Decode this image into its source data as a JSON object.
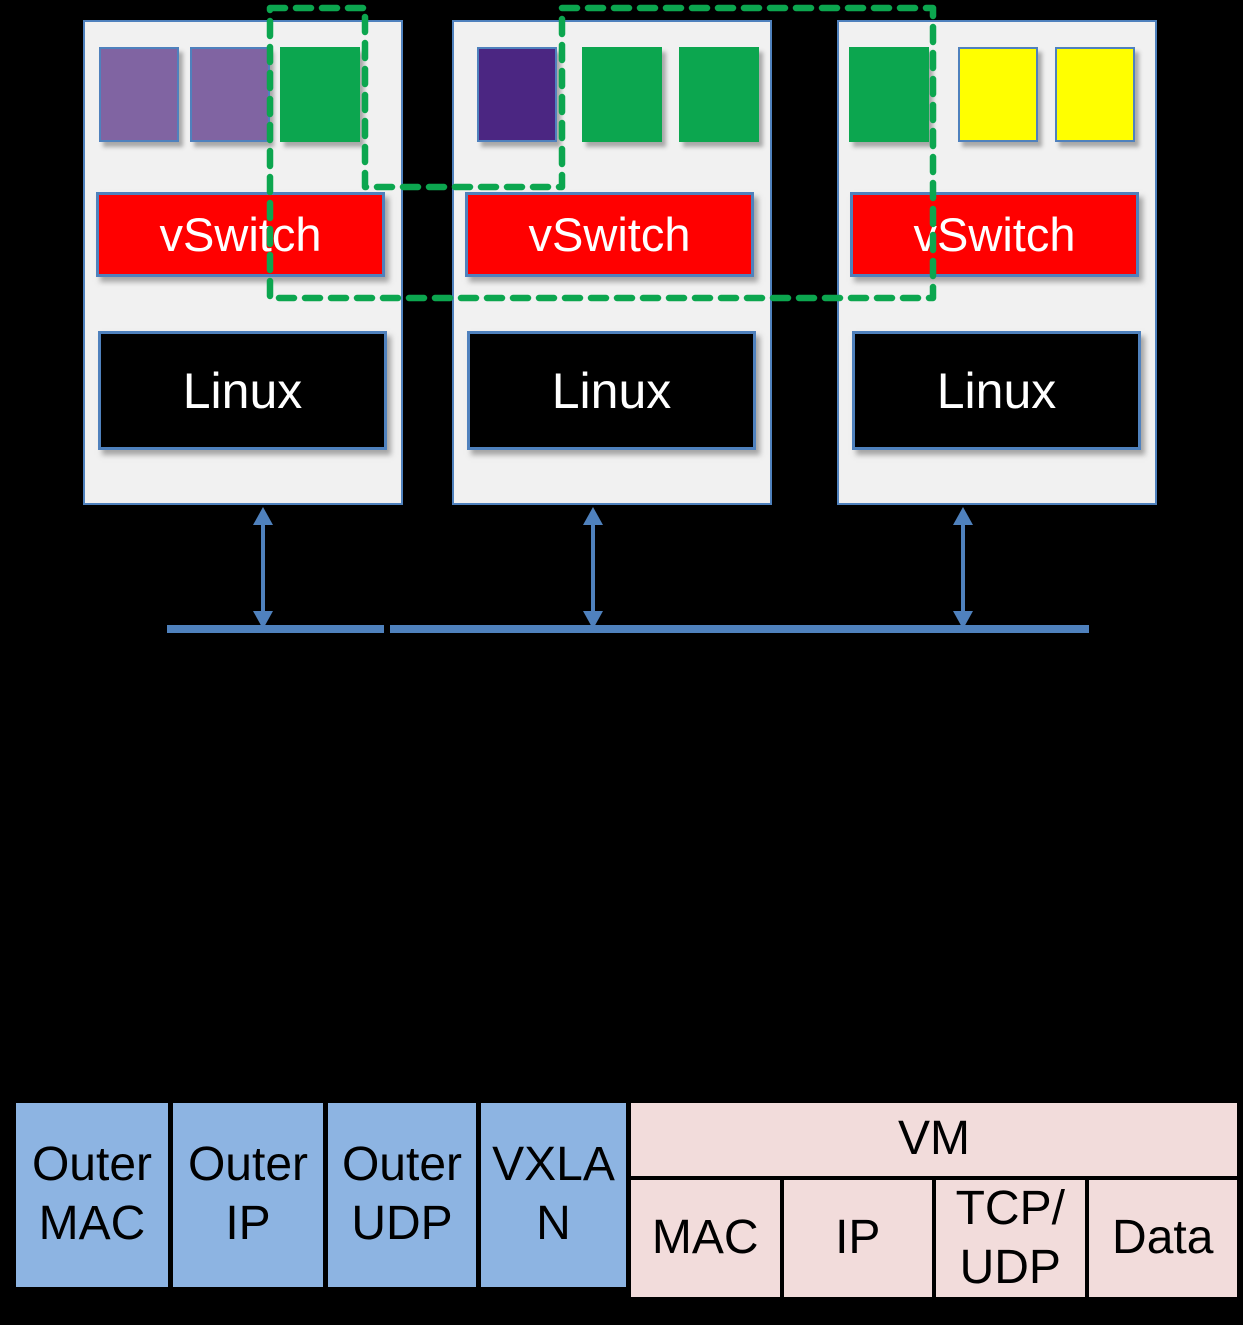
{
  "colors": {
    "accent_blue": "#4F81BD",
    "host_fill": "#F1F1F1",
    "vswitch_red": "#FF0000",
    "linux_black": "#000000",
    "vm_purple": "#8064A2",
    "vm_dark_purple": "#4B2682",
    "vm_green": "#0CA64F",
    "vm_yellow": "#FFFF00",
    "overlay_green": "#0CA64F",
    "table_blue": "#8DB4E2",
    "table_pink": "#F2DCDB",
    "background": "#000000"
  },
  "hosts": [
    {
      "vswitch_label": "vSwitch",
      "os_label": "Linux",
      "vms": [
        "purple",
        "purple",
        "green"
      ]
    },
    {
      "vswitch_label": "vSwitch",
      "os_label": "Linux",
      "vms": [
        "dark_purple",
        "green",
        "green"
      ]
    },
    {
      "vswitch_label": "vSwitch",
      "os_label": "Linux",
      "vms": [
        "green",
        "yellow",
        "yellow"
      ]
    }
  ],
  "packet_header": {
    "outer_cells": [
      {
        "line1": "Outer",
        "line2": "MAC"
      },
      {
        "line1": "Outer",
        "line2": "IP"
      },
      {
        "line1": "Outer",
        "line2": "UDP"
      },
      {
        "line1": "VXLA",
        "line2": "N"
      }
    ],
    "vm_group_label": "VM",
    "vm_cells": [
      {
        "line1": "MAC",
        "line2": ""
      },
      {
        "line1": "IP",
        "line2": ""
      },
      {
        "line1": "TCP/",
        "line2": "UDP"
      },
      {
        "line1": "Data",
        "line2": ""
      }
    ]
  }
}
